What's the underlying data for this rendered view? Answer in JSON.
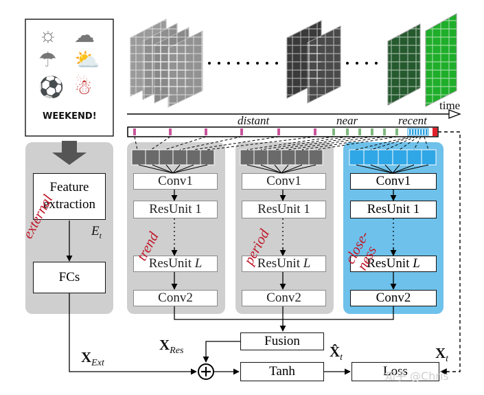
{
  "timeline": {
    "time_label": "time",
    "distant_label": "distant",
    "near_label": "near",
    "recent_label": "recent"
  },
  "external_panel": {
    "weekend_text": "WEEKEND!",
    "feature_extraction": "Feature extraction",
    "et_label": "E",
    "et_sub": "t",
    "side_label": "external",
    "fcs": "FCs"
  },
  "branches": [
    {
      "side_label": "trend",
      "conv1": "Conv1",
      "res1": "ResUnit 1",
      "resL": "ResUnit",
      "resL_var": "L",
      "conv2": "Conv2"
    },
    {
      "side_label": "period",
      "conv1": "Conv1",
      "res1": "ResUnit 1",
      "resL": "ResUnit",
      "resL_var": "L",
      "conv2": "Conv2"
    },
    {
      "side_label": "close-\nness",
      "conv1": "Conv1",
      "res1": "ResUnit 1",
      "resL": "ResUnit",
      "resL_var": "L",
      "conv2": "Conv2"
    }
  ],
  "bottom": {
    "fusion": "Fusion",
    "tanh": "Tanh",
    "loss": "Loss",
    "x_ext": "X",
    "x_ext_sub": "Ext",
    "x_res": "X",
    "x_res_sub": "Res",
    "x_hat": "X̂",
    "x_hat_sub": "t",
    "x_t": "X",
    "x_t_sub": "t",
    "watermark": "知乎 @Chris"
  },
  "colors": {
    "gray_panel": "#cfcfcf",
    "blue_panel": "#6ec1ea",
    "red_text": "#c0182a",
    "pink_tick": "#c8559a",
    "green_tick": "#7fb87f",
    "blue_tick": "#2aa0e0",
    "grid_dark": "#6a6a6a",
    "grid_blue": "#2fa6e6"
  },
  "icons": [
    "sun-icon",
    "wind-cloud-icon",
    "rain-cloud-icon",
    "partly-cloudy-icon",
    "football-clock-icon",
    "snowman-icon"
  ]
}
